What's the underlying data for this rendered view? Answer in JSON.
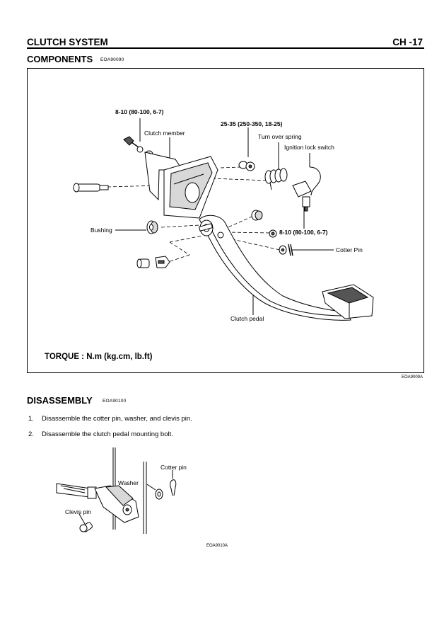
{
  "header": {
    "title": "CLUTCH SYSTEM",
    "page": "CH -17"
  },
  "components": {
    "title": "COMPONENTS",
    "code": "EOA90090",
    "figure": {
      "labels": {
        "torque_top": "8-10 (80-100, 6-7)",
        "clutch_member": "Clutch member",
        "torque_spring": "25-35 (250-350, 18-25)",
        "turn_over_spring": "Turn over spring",
        "ignition_lock_switch": "Ignition lock switch",
        "bushing": "Bushing",
        "torque_right": "8-10 (80-100, 6-7)",
        "cotter_pin": "Cotter Pin",
        "clutch_pedal": "Clutch pedal"
      },
      "torque_note": "TORQUE : N.m (kg.cm, lb.ft)",
      "code": "EOA9009A"
    }
  },
  "disassembly": {
    "title": "DISASSEMBLY",
    "code": "EOA90100",
    "steps": [
      {
        "num": "1.",
        "text": "Disassemble the cotter pin, washer, and clevis pin."
      },
      {
        "num": "2.",
        "text": "Disassemble the clutch pedal mounting bolt."
      }
    ],
    "figure": {
      "labels": {
        "cotter_pin": "Cotter pin",
        "washer": "Washer",
        "clevis_pin": "Clevis pin"
      },
      "code": "EOA9010A"
    }
  }
}
